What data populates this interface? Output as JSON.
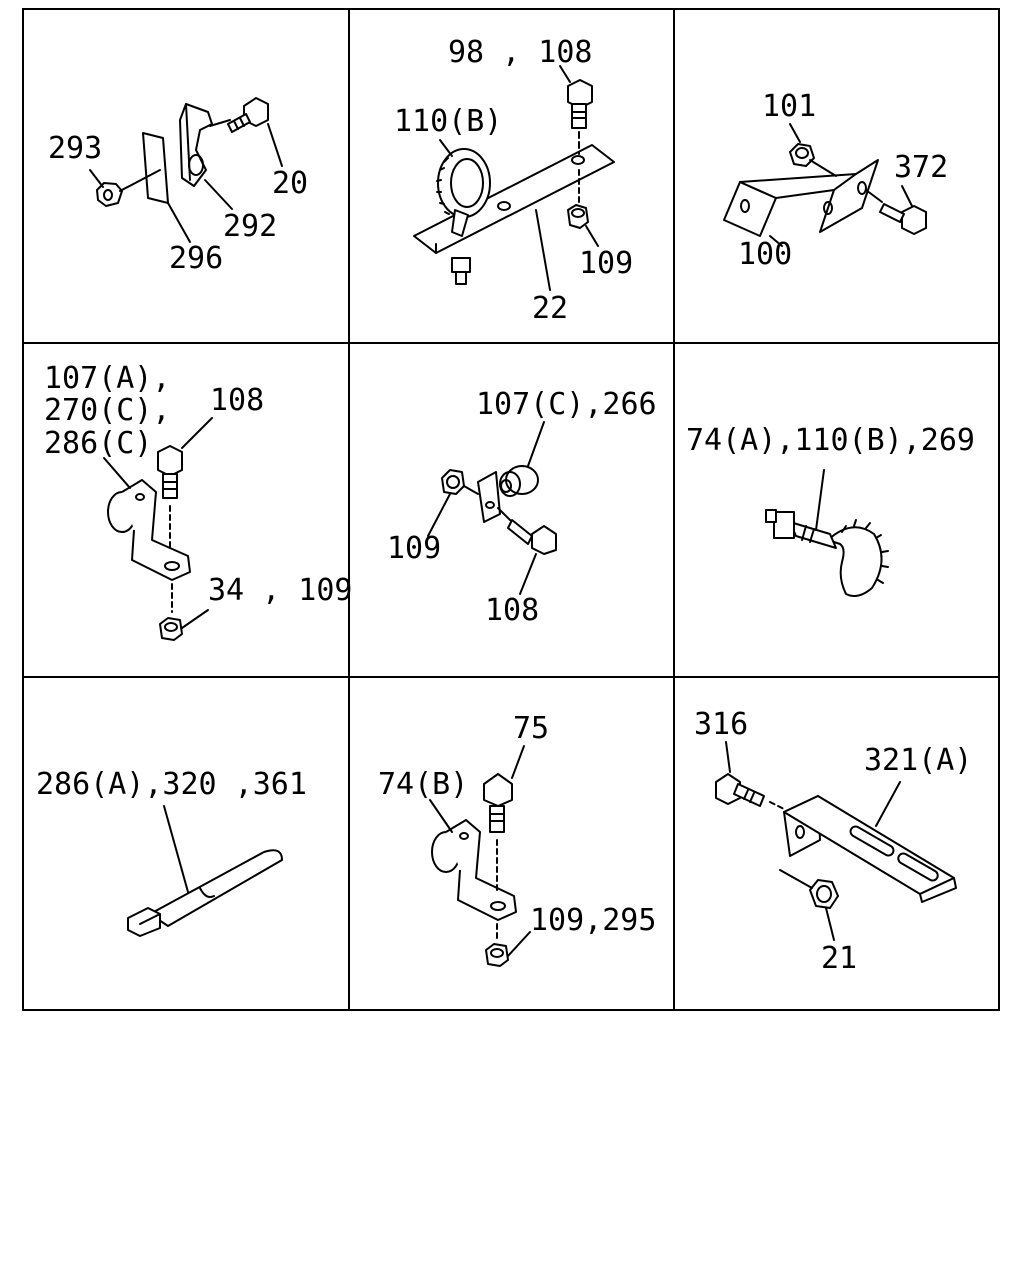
{
  "cells": [
    {
      "labels": [
        "293",
        "20",
        "292",
        "296"
      ]
    },
    {
      "labels": [
        "98 , 108",
        "110(B)",
        "109",
        "22"
      ]
    },
    {
      "labels": [
        "101",
        "372",
        "100"
      ]
    },
    {
      "labels": [
        "107(A),",
        "270(C),",
        "286(C)",
        "108",
        "34 , 109"
      ]
    },
    {
      "labels": [
        "107(C),266",
        "109",
        "108"
      ]
    },
    {
      "labels": [
        "74(A),110(B),269"
      ]
    },
    {
      "labels": [
        "286(A),320 ,361"
      ]
    },
    {
      "labels": [
        "75",
        "74(B)",
        "109,295"
      ]
    },
    {
      "labels": [
        "316",
        "321(A)",
        "21"
      ]
    }
  ]
}
